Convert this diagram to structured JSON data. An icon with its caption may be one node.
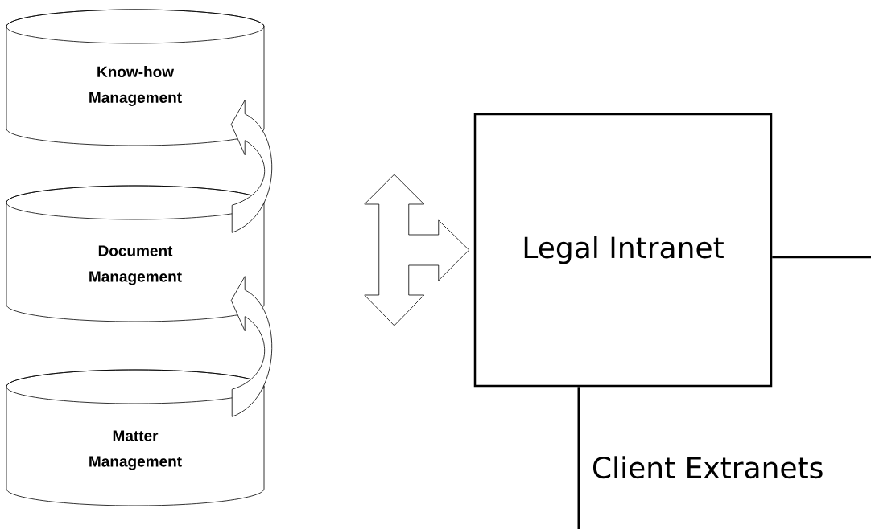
{
  "diagram": {
    "nodes": [
      {
        "text": [
          "Know-how Management"
        ]
      },
      {
        "text": [
          "Document Management"
        ]
      },
      {
        "text": [
          "Matter Management"
        ]
      },
      {
        "text": [
          "Legal Intranet"
        ]
      }
    ],
    "edges": [
      {
        "from": 1,
        "to": 0,
        "arrow": "to"
      },
      {
        "from": 2,
        "to": 1,
        "arrow": "to"
      },
      {
        "from": null,
        "to": 3,
        "arrow": "to"
      },
      {
        "from": 3,
        "to": null,
        "arrow": "none"
      },
      {
        "from": 3,
        "to": null,
        "arrow": "none",
        "label": "Client Extranets"
      }
    ]
  }
}
